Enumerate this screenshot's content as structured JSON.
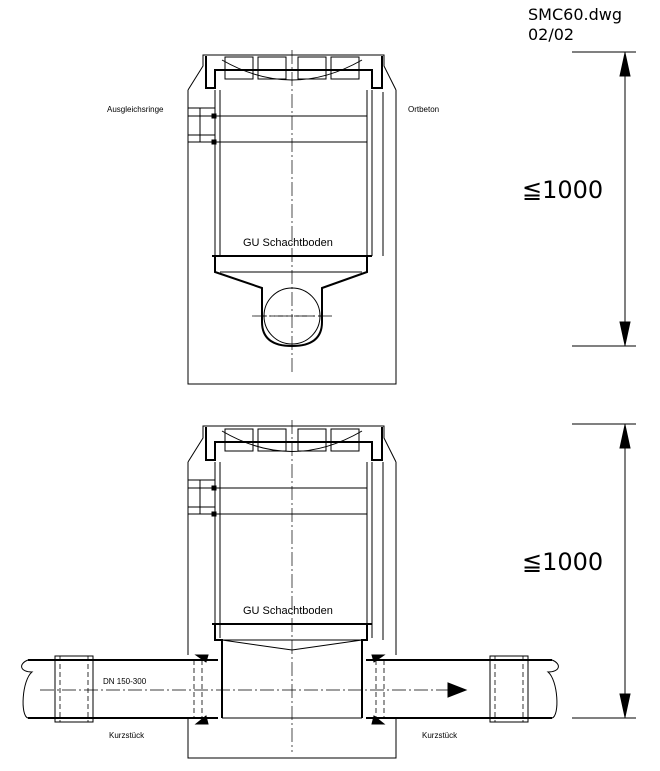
{
  "header": {
    "filename": "SMC60.dwg",
    "sheet": "02/02"
  },
  "top_view": {
    "label_left": "Ausgleichsringe",
    "label_right": "Ortbeton",
    "base_label": "GU Schachtboden",
    "dimension": "≦1000"
  },
  "bottom_view": {
    "base_label": "GU Schachtboden",
    "pipe_label": "DN 150-300",
    "left_label": "Kurzstück",
    "right_label": "Kurzstück",
    "dimension": "≦1000"
  }
}
